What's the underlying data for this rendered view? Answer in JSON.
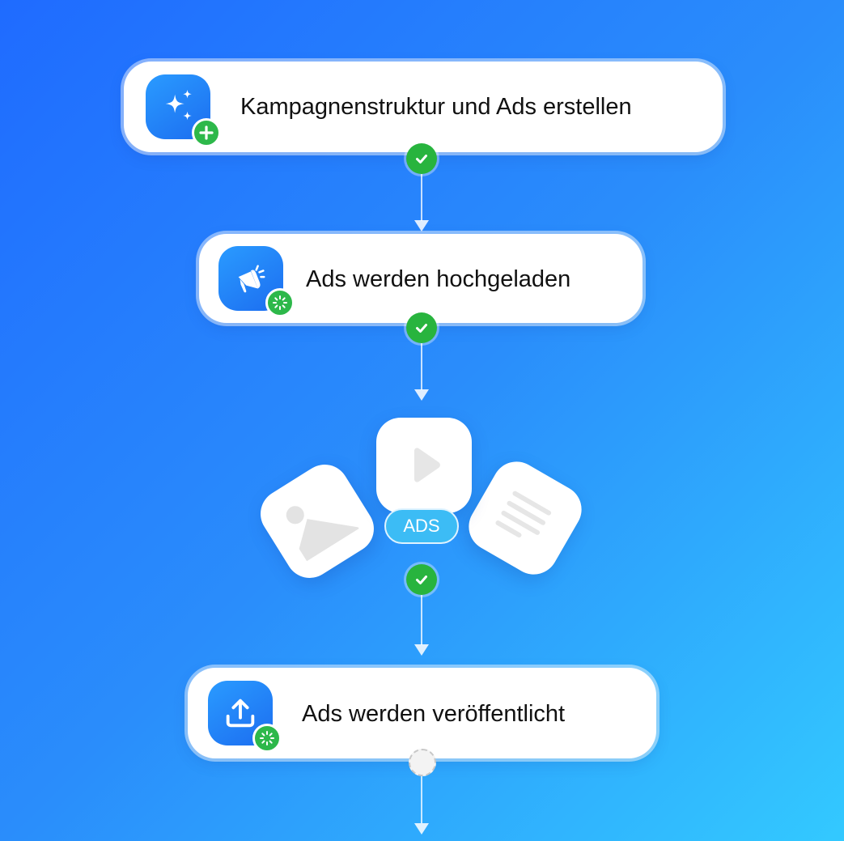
{
  "steps": [
    {
      "label": "Kampagnenstruktur und Ads erstellen",
      "icon": "sparkles-icon",
      "badge": "plus-icon",
      "status": "done"
    },
    {
      "label": "Ads werden hochgeladen",
      "icon": "megaphone-icon",
      "badge": "spinner-icon",
      "status": "done"
    },
    {
      "label": "Ads werden veröffentlicht",
      "icon": "upload-icon",
      "badge": "spinner-icon",
      "status": "pending"
    }
  ],
  "ads_cluster": {
    "pill_label": "ADS",
    "tiles": [
      "image-icon",
      "play-icon",
      "text-lines-icon"
    ],
    "status": "done"
  },
  "colors": {
    "background_start": "#1f6bff",
    "background_end": "#33c9ff",
    "icon_blue": "#1c6df0",
    "success_green": "#28b43e",
    "ads_pill": "#3cbcf5"
  }
}
